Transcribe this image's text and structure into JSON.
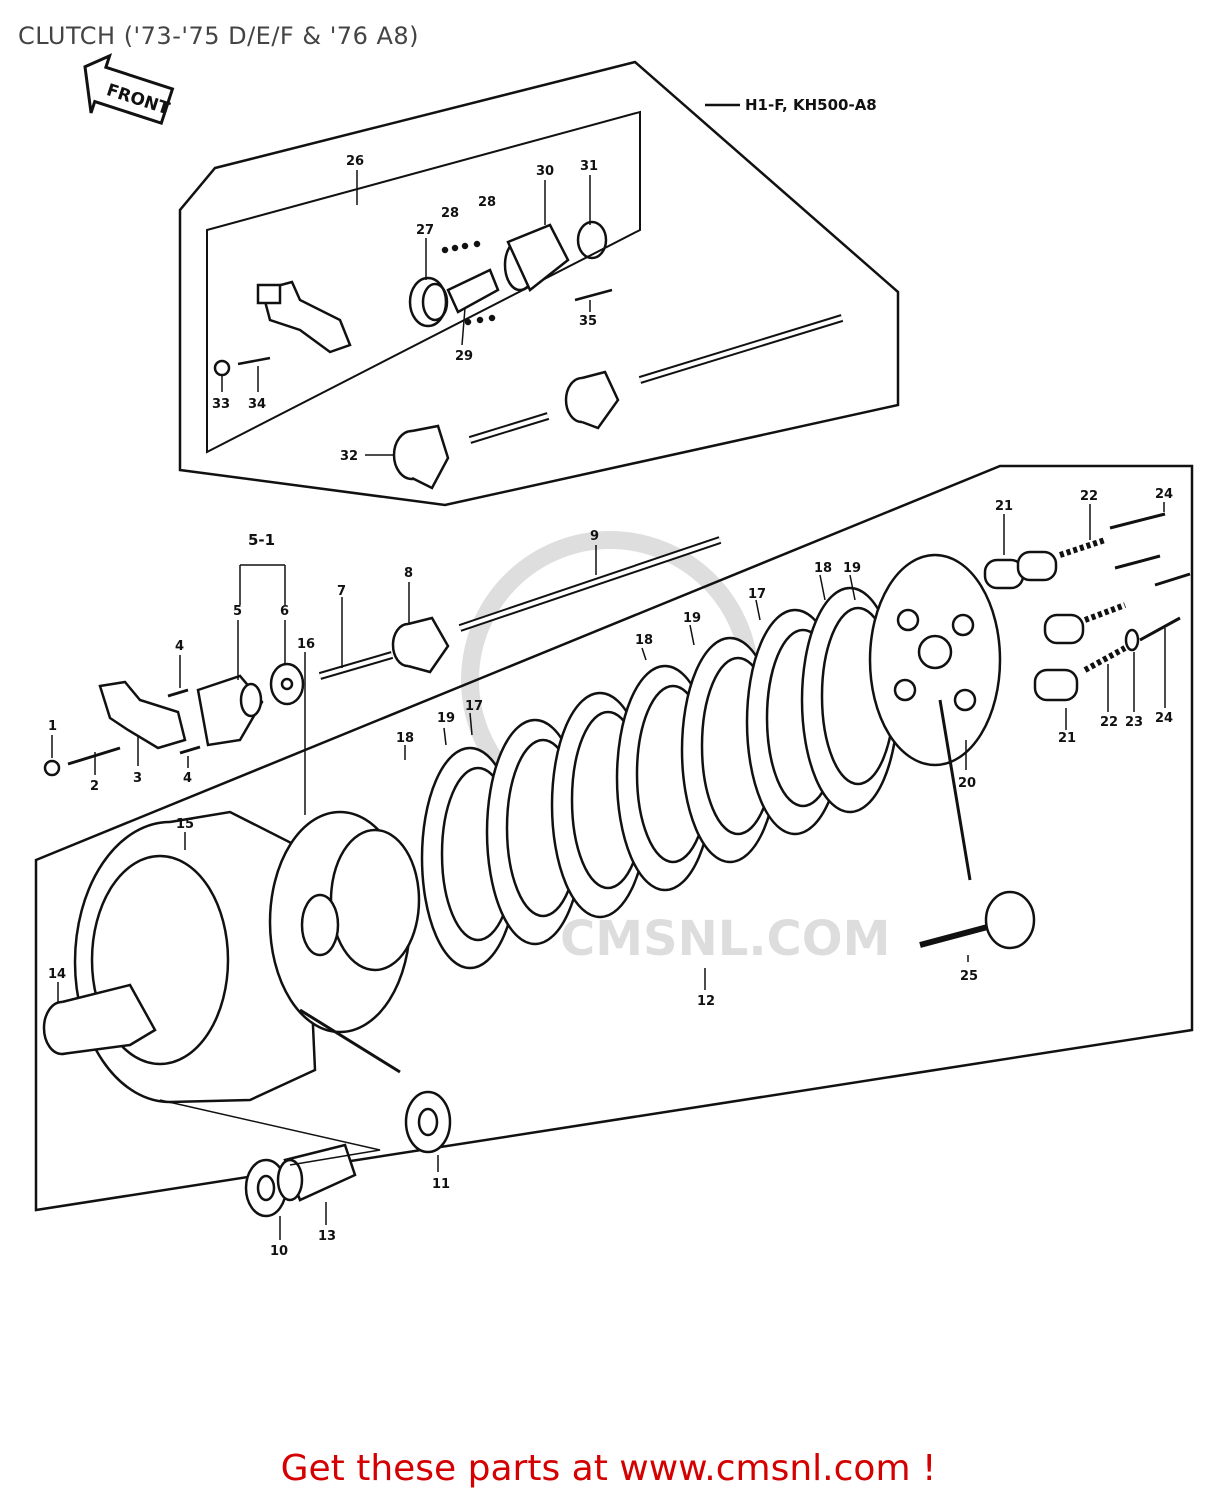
{
  "title": "CLUTCH ('73-'75 D/E/F & '76 A8)",
  "front_arrow_label": "FRONT",
  "upper_box_label": "H1-F, KH500-A8",
  "watermark": "CMSNL.COM",
  "footer_link": "Get these parts at www.cmsnl.com !",
  "parts": {
    "p1": "1",
    "p2": "2",
    "p3": "3",
    "p4a": "4",
    "p4b": "4",
    "p5": "5",
    "p5_1": "5-1",
    "p6": "6",
    "p7": "7",
    "p8": "8",
    "p9": "9",
    "p10": "10",
    "p11": "11",
    "p12": "12",
    "p13": "13",
    "p14": "14",
    "p15": "15",
    "p16": "16",
    "p17a": "17",
    "p17b": "17",
    "p18a": "18",
    "p18b": "18",
    "p18c": "18",
    "p19a": "19",
    "p19b": "19",
    "p19c": "19",
    "p20": "20",
    "p21a": "21",
    "p21b": "21",
    "p22a": "22",
    "p22b": "22",
    "p23": "23",
    "p24a": "24",
    "p24b": "24",
    "p25": "25",
    "p26": "26",
    "p27": "27",
    "p28a": "28",
    "p28b": "28",
    "p29": "29",
    "p30": "30",
    "p31": "31",
    "p32": "32",
    "p33": "33",
    "p34": "34",
    "p35": "35"
  }
}
